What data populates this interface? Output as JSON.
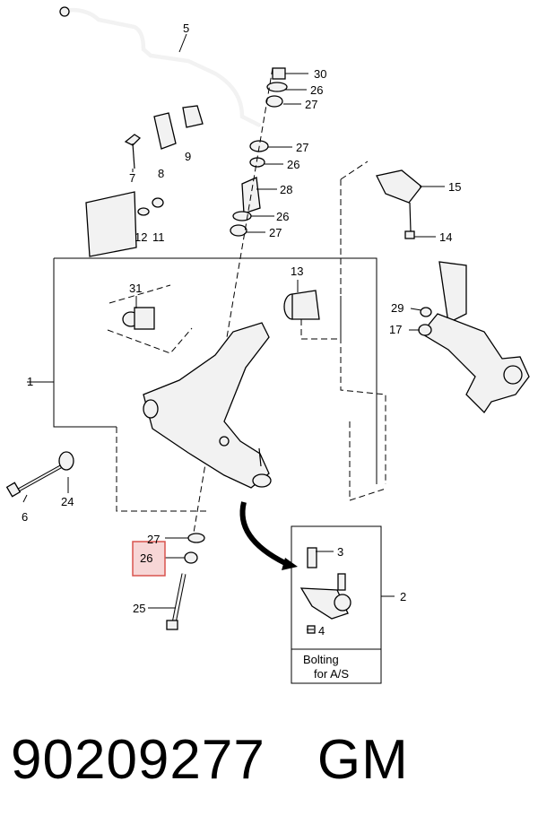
{
  "callouts": {
    "c1": "1",
    "c2": "2",
    "c3": "3",
    "c4": "4",
    "c5": "5",
    "c6": "6",
    "c7": "7",
    "c8": "8",
    "c9": "9",
    "c11": "11",
    "c12": "12",
    "c13": "13",
    "c14": "14",
    "c15": "15",
    "c17": "17",
    "c24": "24",
    "c25": "25",
    "c26a": "26",
    "c26b": "26",
    "c26c": "26",
    "c26d": "26",
    "c27a": "27",
    "c27b": "27",
    "c27c": "27",
    "c27d": "27",
    "c28": "28",
    "c29": "29",
    "c30": "30",
    "c31": "31"
  },
  "highlighted_callout": "26",
  "inset": {
    "line1": "Bolting",
    "line2": "for  A/S"
  },
  "footer": {
    "part_number": "90209277",
    "brand": "GM"
  },
  "colors": {
    "highlight_fill": "#f7d6d6",
    "highlight_border": "#d9534f"
  }
}
